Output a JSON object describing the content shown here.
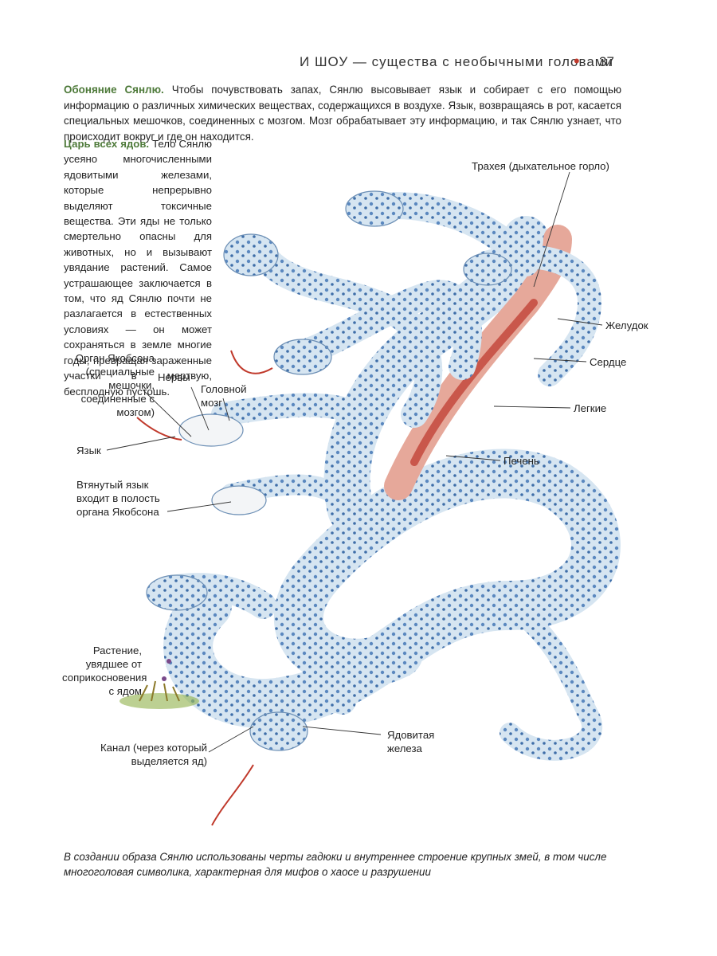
{
  "header": {
    "title": "И ШОУ — существа с необычными головами",
    "page_number": "37"
  },
  "para1": {
    "lead": "Обоняние Сянлю.",
    "text": " Чтобы почувствовать запах, Сянлю высовывает язык и собирает с его помощью информацию о различных химических веществах, содержащихся в воздухе. Язык, возвращаясь в рот, касается специальных мешочков, соединенных с мозгом. Мозг обрабатывает эту информацию, и так Сянлю узнает, что происходит вокруг и где он находится."
  },
  "para2": {
    "lead": "Царь всех ядов.",
    "text": " Тело Сянлю усеяно многочисленными ядовитыми железами, которые непрерывно выделяют токсичные вещества. Эти яды не только смертельно опасны для животных, но и вызывают увядание растений. Самое устрашающее заключается в том, что яд Сянлю почти не разлагается в естественных условиях — он может сохраняться в земле многие годы, превращая зараженные участки в мертвую, бесплодную пустошь."
  },
  "labels": {
    "trachea": "Трахея (дыхательное горло)",
    "stomach": "Желудок",
    "heart": "Сердце",
    "lungs": "Легкие",
    "liver": "Печень",
    "jacobson": "Орган Якобсона (специальные мешочки, соединенные с мозгом)",
    "nerves": "Нервы",
    "brain": "Головной мозг",
    "tongue": "Язык",
    "retracted": "Втянутый язык входит в полость органа Якобсона",
    "plant": "Растение, увядшее от соприкосновения с ядом",
    "gland": "Ядовитая железа",
    "channel": "Канал (через который выделяется яд)"
  },
  "caption": "В создании образа Сянлю использованы черты гадюки и внутреннее строение крупных змей, в том числе многоголовая символика, характерная для мифов о хаосе и разрушении",
  "colors": {
    "accent_green": "#4e7a3a",
    "bullet_red": "#c0392b",
    "snake_blue": "#4f7fb8",
    "snake_light": "#cfe0ee",
    "organ_red": "#d9675b"
  }
}
